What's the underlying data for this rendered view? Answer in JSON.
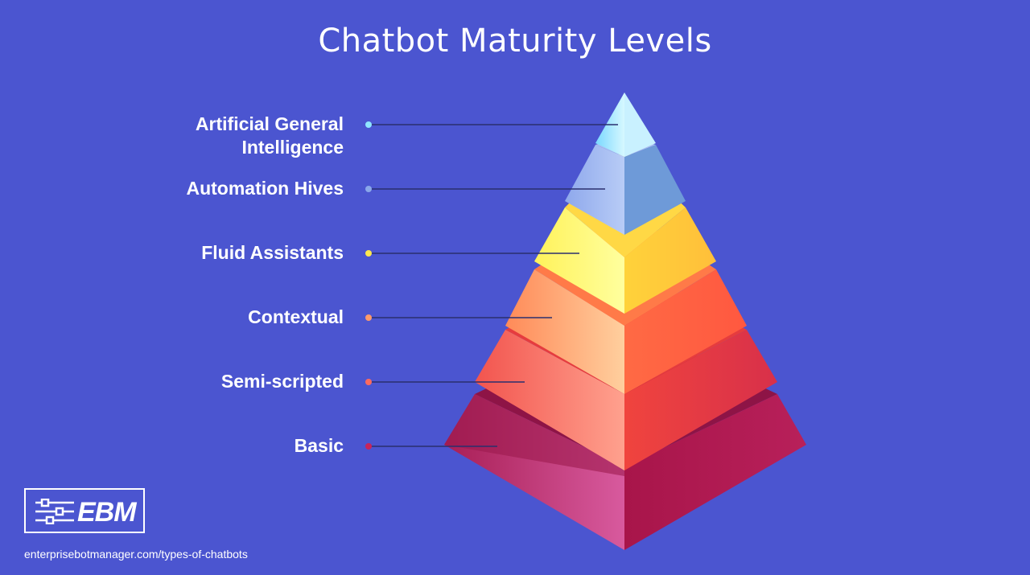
{
  "title": "Chatbot Maturity Levels",
  "levels": [
    {
      "label": "Artificial General Intelligence",
      "line1": "Artificial General",
      "line2": "Intelligence",
      "dot_color": "#8fe6ff"
    },
    {
      "label": "Automation Hives",
      "dot_color": "#8aa8ea"
    },
    {
      "label": "Fluid Assistants",
      "dot_color": "#ffe84f"
    },
    {
      "label": "Contextual",
      "dot_color": "#ff9a6a"
    },
    {
      "label": "Semi-scripted",
      "dot_color": "#ff6a5e"
    },
    {
      "label": "Basic",
      "dot_color": "#c8245a"
    }
  ],
  "colors": {
    "background": "#4b55d0",
    "agi": "#8fe6ff",
    "hives": "#7a9ee6",
    "fluid": "#ffe84f",
    "contextual": "#ff8a55",
    "semi": "#f2504a",
    "basic": "#b8245a"
  },
  "logo": {
    "text": "EBM",
    "icon": "sliders-icon"
  },
  "source": "enterprisebotmanager.com/types-of-chatbots"
}
